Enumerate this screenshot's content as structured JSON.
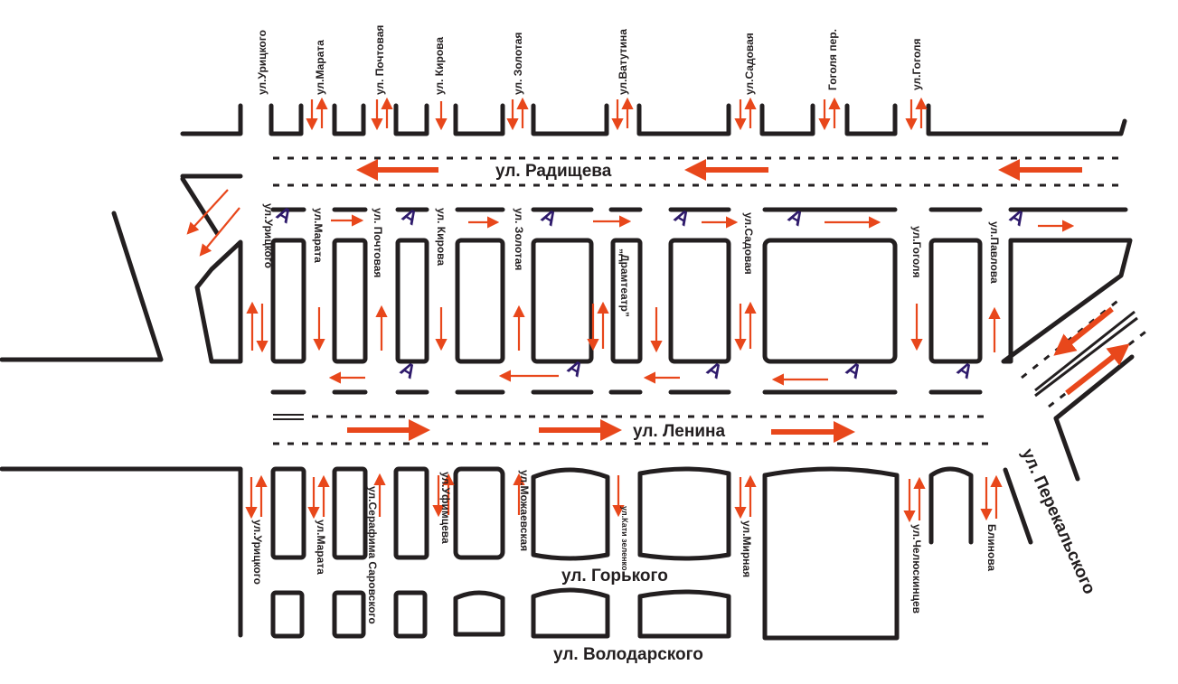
{
  "streets": {
    "radishcheva": "ул. Радищева",
    "lenina": "ул. Ленина",
    "gorkogo": "ул. Горького",
    "volodarskogo": "ул. Володарского",
    "perekalskogo": "ул. Перекальского"
  },
  "top_labels": {
    "uritskogo": "ул.Урицкого",
    "marata": "ул.Марата",
    "pochtovaya": "ул. Почтовая",
    "kirova": "ул. Кирова",
    "zolotaya": "ул. Золотая",
    "vatutina": "ул.Ватутина",
    "sadovaya": "ул.Садовая",
    "gogolya_per": "Гоголя пер.",
    "gogolya": "ул.Гоголя"
  },
  "mid_labels": {
    "uritskogo": "ул.Урицкого",
    "marata": "ул.Марата",
    "pochtovaya": "ул. Почтовая",
    "kirova": "ул. Кирова",
    "zolotaya": "ул. Золотая",
    "dramteatr": "„Драмтеатр”",
    "sadovaya": "ул.Садовая",
    "gogolya": "ул.Гоголя",
    "pavlova": "ул.Павлова"
  },
  "bottom_labels": {
    "uritskogo": "ул.Урицкого",
    "marata": "ул.Марата",
    "serafima": "ул.Серафима Саровского",
    "ufimtseva": "ул.Уфимцева",
    "mozhaevskaya": "ул.Можаевская",
    "kati_zelenko": "ул.Кати зеленко",
    "mirnaya": "ул.Мирная",
    "chelyuskintsev": "ул.Челюскинцев",
    "blinova": "Блинова"
  },
  "bus_stop_letter": "А",
  "colors": {
    "arrow": "#e8471b",
    "road": "#231f20",
    "bus_stop": "#2e1a6b"
  }
}
